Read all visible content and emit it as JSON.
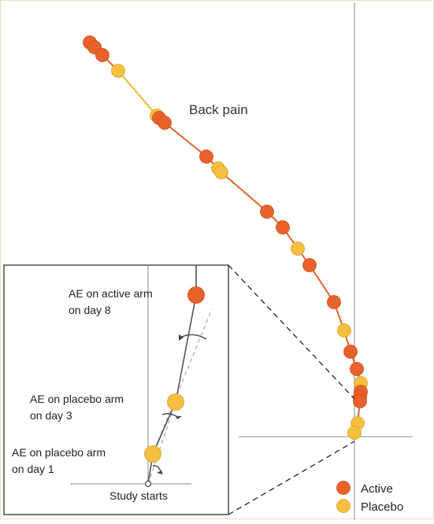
{
  "diagram": {
    "main_label": "Back pain",
    "colors": {
      "active": "#e8622a",
      "placebo": "#f5bf3f",
      "active_stroke": "#c94e1c",
      "placebo_stroke": "#d8a22e",
      "axis": "#8a8a8a",
      "trajectory_placebo_segment": "#f3b63a",
      "trajectory_active_segment": "#e8622a",
      "inset_path": "#555555"
    },
    "legend": [
      {
        "label": "Active",
        "arm": "active"
      },
      {
        "label": "Placebo",
        "arm": "placebo"
      }
    ],
    "inset": {
      "annotations": [
        {
          "line1": "AE on active arm",
          "line2": "on day 8"
        },
        {
          "line1": "AE on placebo arm",
          "line2": "on day 3"
        },
        {
          "line1": "AE on placebo arm",
          "line2": "on day 1"
        }
      ],
      "origin_label": "Study starts"
    }
  }
}
